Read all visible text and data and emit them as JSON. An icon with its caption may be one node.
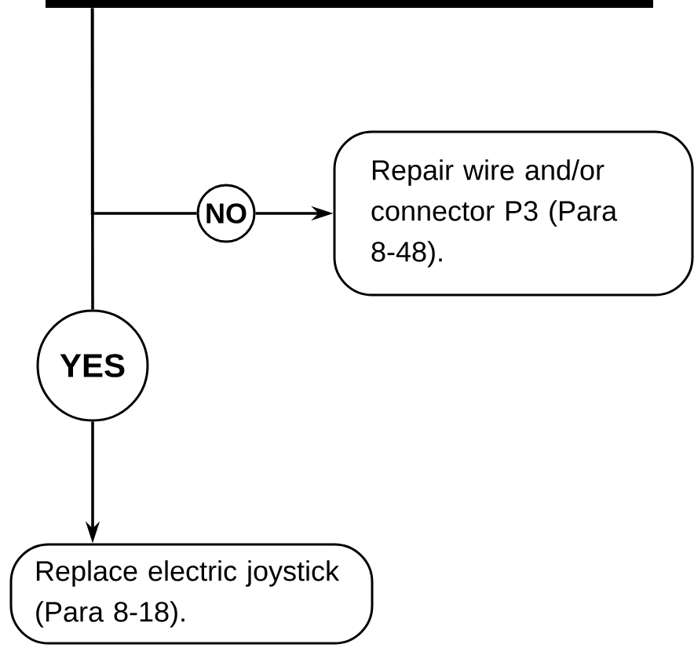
{
  "diagram": {
    "nodes": [
      {
        "text": [],
        "shape": "bar"
      },
      {
        "text": [
          "NO"
        ]
      },
      {
        "text": [
          "Repair wire and/or connector P3 (Para 8-48)."
        ]
      },
      {
        "text": [
          "YES"
        ]
      },
      {
        "text": [
          "Replace electric joystick (Para 8-18)."
        ]
      }
    ],
    "edges": [
      {
        "from": 0,
        "to": 1,
        "arrow": "none"
      },
      {
        "from": 1,
        "to": 2,
        "arrow": "to"
      },
      {
        "from": 0,
        "to": 3,
        "arrow": "none"
      },
      {
        "from": 3,
        "to": 4,
        "arrow": "to"
      }
    ]
  }
}
